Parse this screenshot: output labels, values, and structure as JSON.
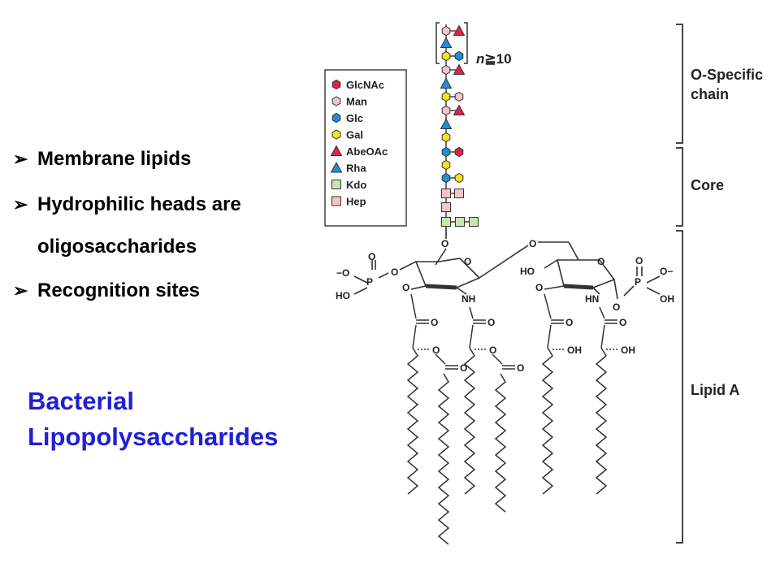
{
  "bullets": [
    {
      "line1": "Membrane lipids",
      "line2": ""
    },
    {
      "line1": "Hydrophilic heads are",
      "line2": "oligosaccharides"
    },
    {
      "line1": "Recognition sites",
      "line2": ""
    }
  ],
  "bullet_glyph": "➢",
  "caption": {
    "line1": "Bacterial",
    "line2": "Lipopolysaccharides",
    "color": "#1f1fd6"
  },
  "legend": [
    {
      "label": "GlcNAc",
      "shape": "hexagon",
      "color": "#e0224a"
    },
    {
      "label": "Man",
      "shape": "hexagon",
      "color": "#f7c4c8"
    },
    {
      "label": "Glc",
      "shape": "hexagon",
      "color": "#1f8fd6"
    },
    {
      "label": "Gal",
      "shape": "hexagon",
      "color": "#f7e31c"
    },
    {
      "label": "AbeOAc",
      "shape": "triangle",
      "color": "#e0224a"
    },
    {
      "label": "Rha",
      "shape": "triangle",
      "color": "#1f8fd6"
    },
    {
      "label": "Kdo",
      "shape": "square",
      "color": "#c8e6b0"
    },
    {
      "label": "Hep",
      "shape": "square",
      "color": "#f7c4c8"
    }
  ],
  "repeat_label": {
    "n": "n",
    "rel": "≧",
    "value": "10"
  },
  "brackets": [
    {
      "line1": "O-Specific",
      "line2": "chain"
    },
    {
      "line1": "Core",
      "line2": ""
    },
    {
      "line1": "Lipid A",
      "line2": ""
    }
  ],
  "chem_labels": {
    "o_minus": "−O",
    "p": "P",
    "o": "O",
    "ho": "HO",
    "oh": "OH",
    "nh": "NH",
    "hn": "HN",
    "o_minus_right": "O−"
  }
}
